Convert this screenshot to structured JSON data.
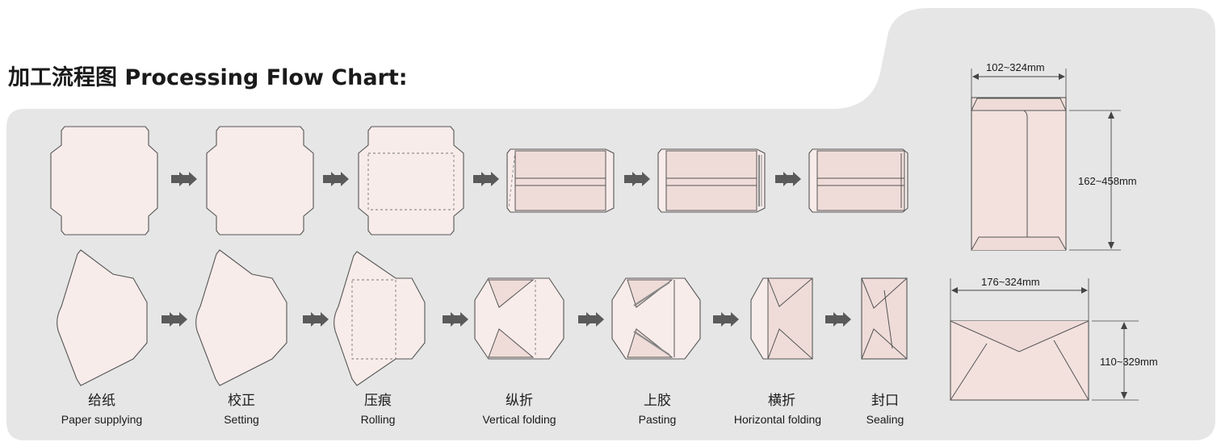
{
  "title": "加工流程图 Processing Flow Chart:",
  "steps": [
    {
      "cn": "给纸",
      "en": "Paper supplying"
    },
    {
      "cn": "校正",
      "en": "Setting"
    },
    {
      "cn": "压痕",
      "en": "Rolling"
    },
    {
      "cn": "纵折",
      "en": "Vertical folding"
    },
    {
      "cn": "上胶",
      "en": "Pasting"
    },
    {
      "cn": "横折",
      "en": "Horizontal folding"
    },
    {
      "cn": "封口",
      "en": "Sealing"
    }
  ],
  "dimensions": {
    "top_width": "102~324mm",
    "top_height": "162~458mm",
    "bottom_width": "176~324mm",
    "bottom_height": "110~329mm"
  },
  "colors": {
    "panel": "#e6e6e6",
    "paper": "#f8ecea",
    "paper_dark": "#efdcd8",
    "line": "#555555",
    "arrow": "#5a5a5a"
  }
}
